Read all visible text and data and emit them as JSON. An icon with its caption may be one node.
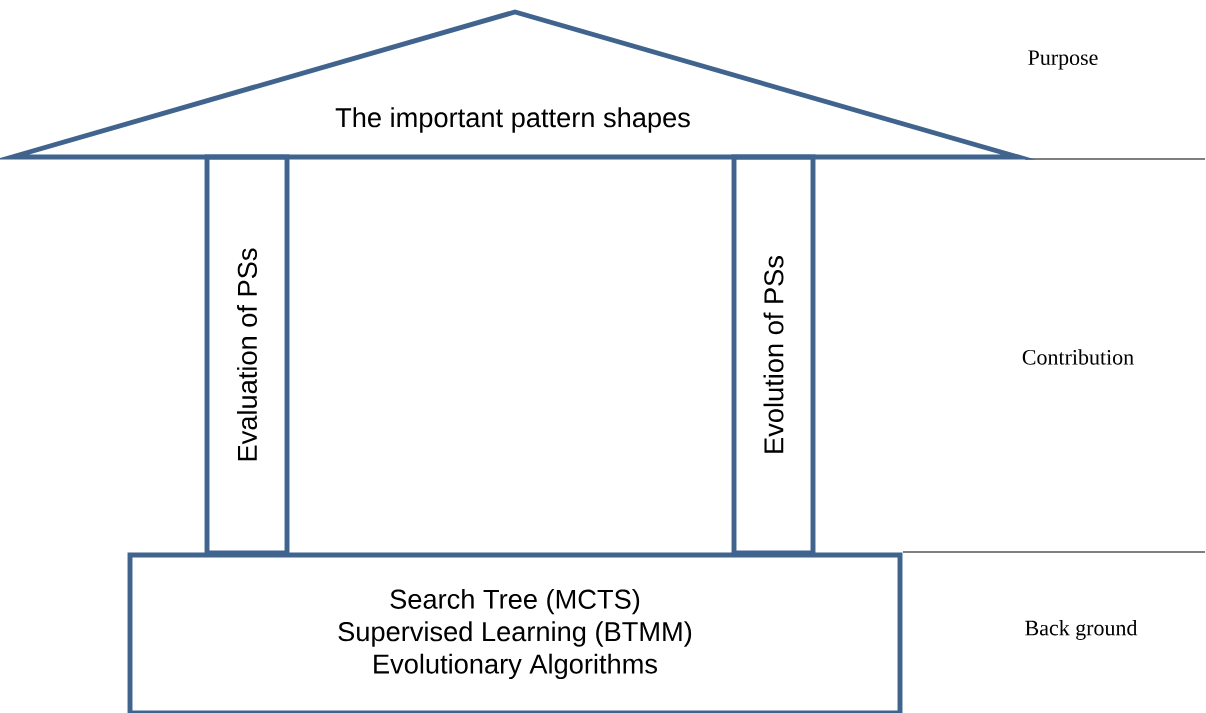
{
  "diagram": {
    "nodes": [
      {
        "text": [
          "The important pattern shapes"
        ]
      },
      {
        "text": [
          "Evaluation of PSs"
        ]
      },
      {
        "text": [
          "Evolution of PSs"
        ]
      },
      {
        "text": [
          "Search Tree (MCTS)",
          "Supervised Learning (BTMM)",
          "Evolutionary Algorithms"
        ]
      }
    ],
    "labels": [
      "Purpose",
      "Contribution",
      "Back ground"
    ]
  }
}
